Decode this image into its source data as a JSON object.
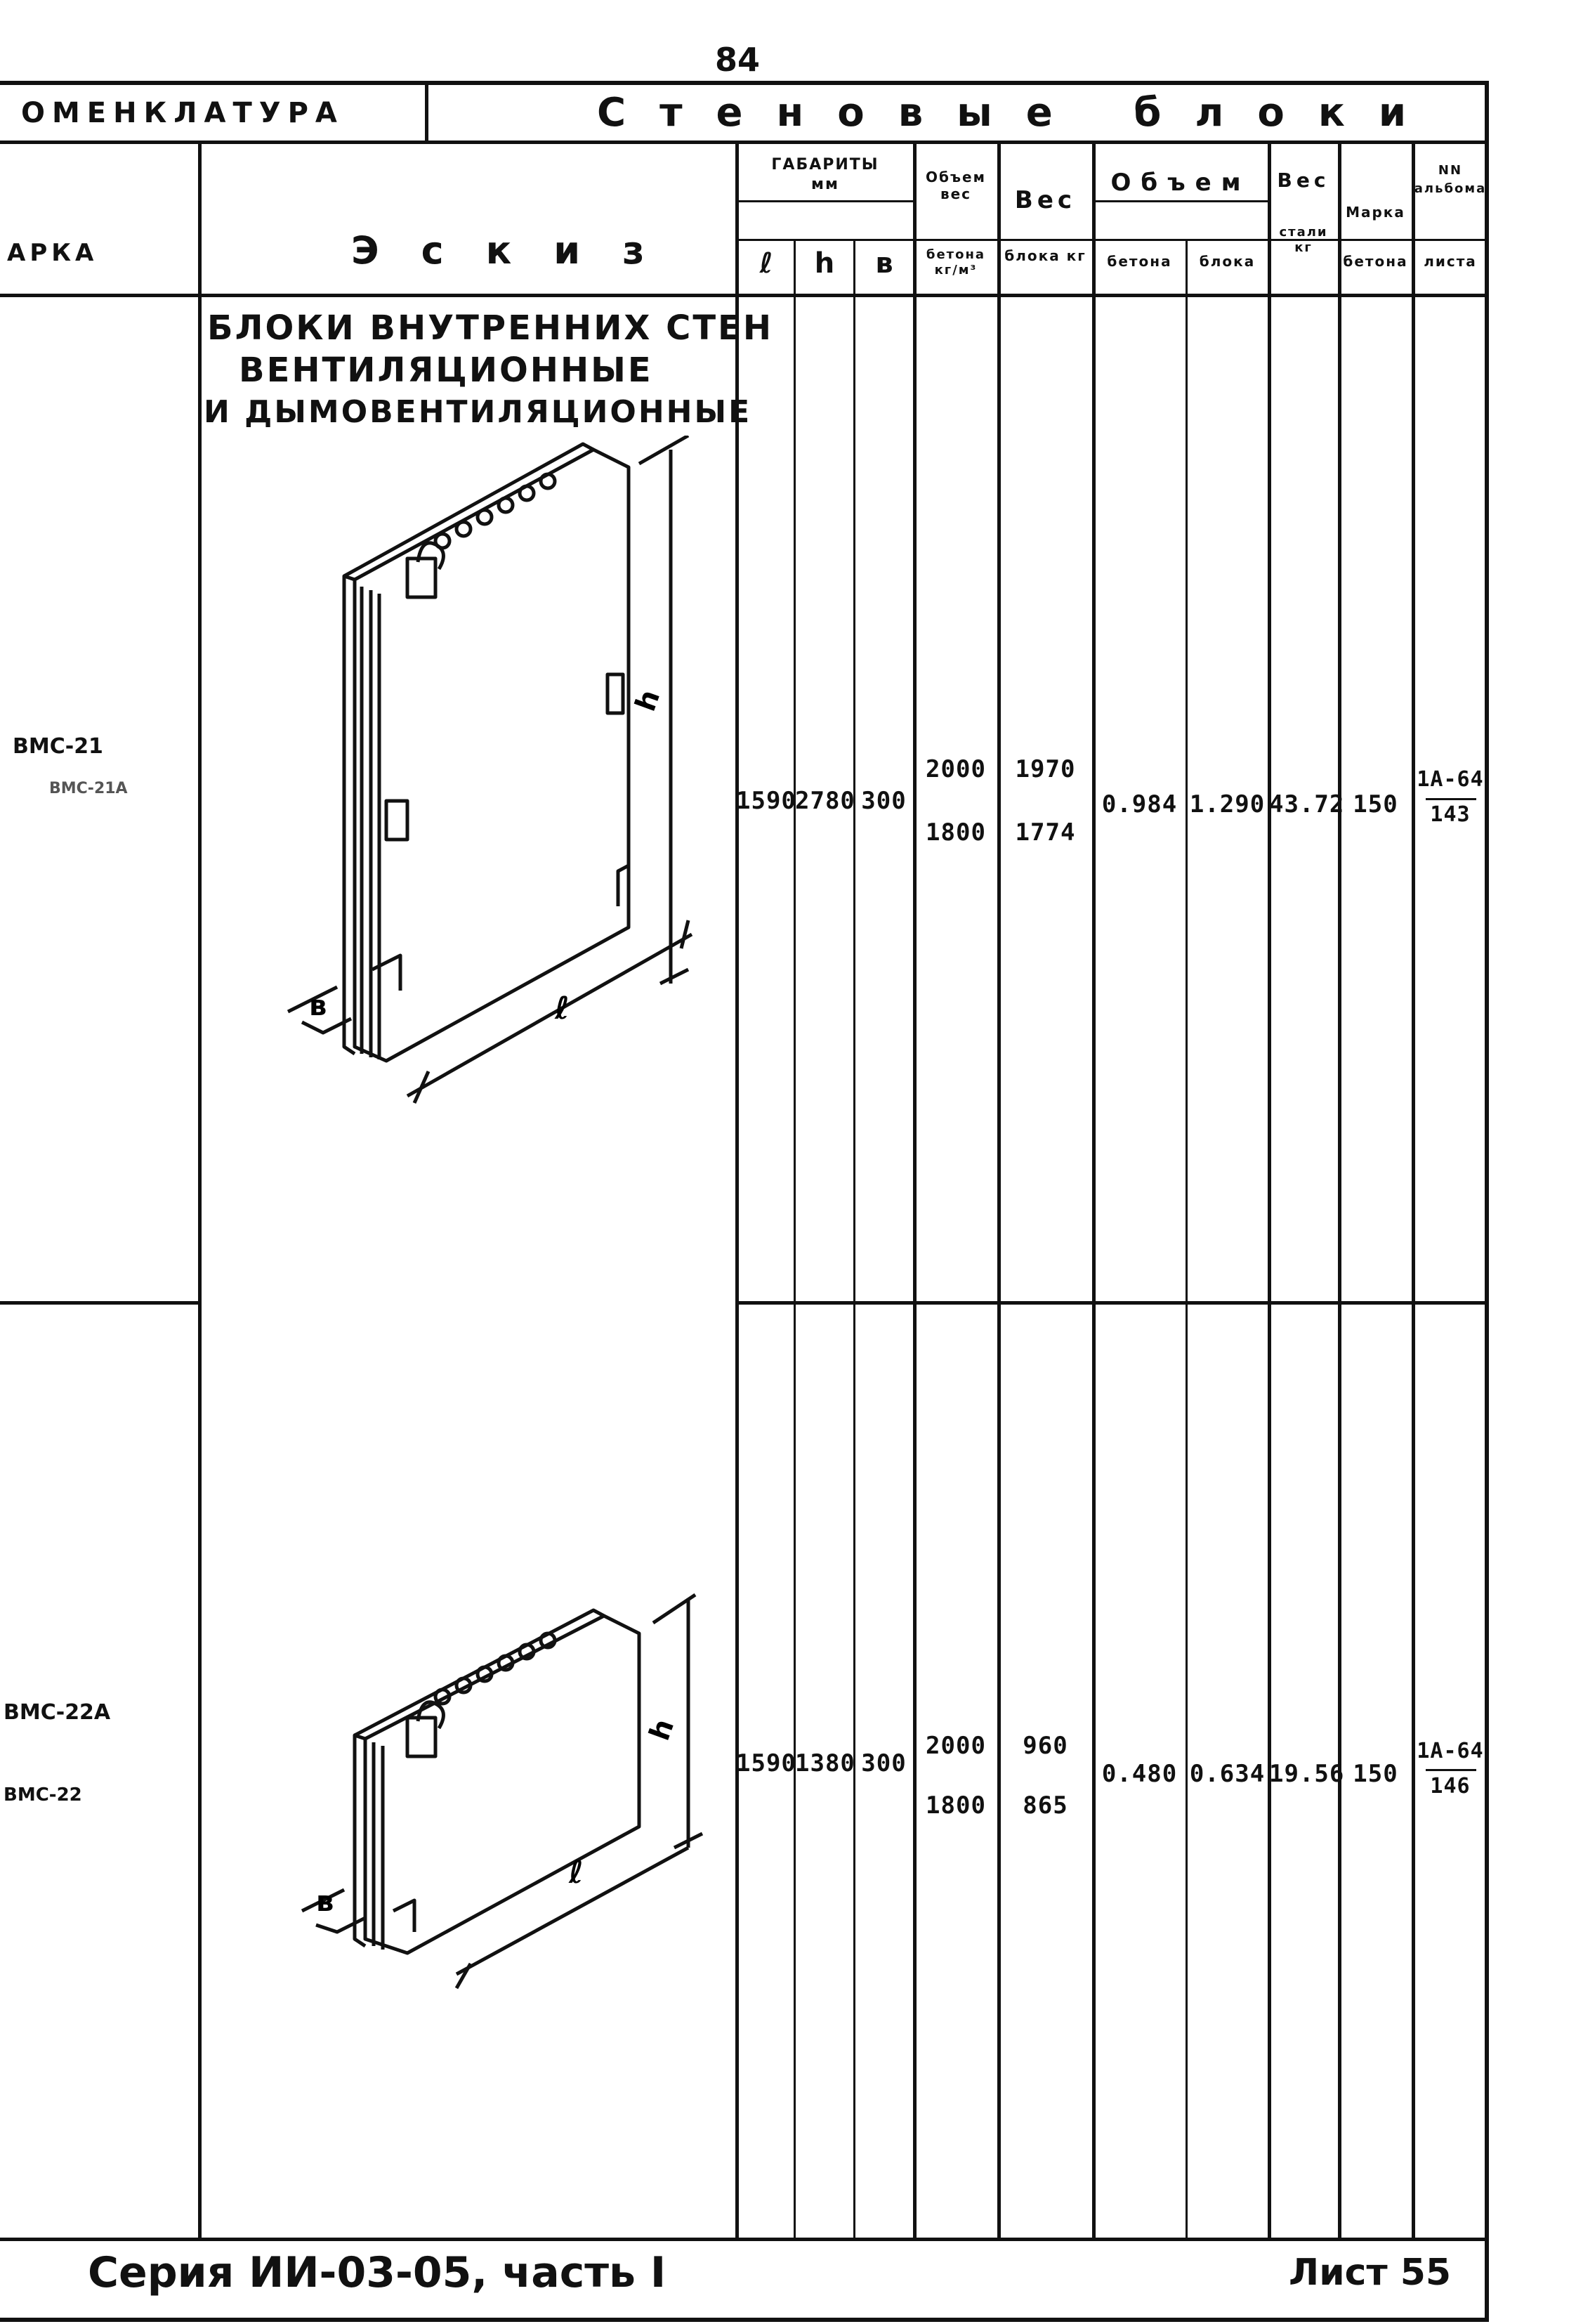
{
  "page_number": "84",
  "header": {
    "nomenclature": "ОМЕНКЛАТУРА",
    "title": "Стеновые блоки"
  },
  "columns": {
    "marka": "АРКА",
    "sketch": "Эскиз",
    "dimensions": "ГАБАРИТЫ",
    "dimensions_unit": "мм",
    "dim_l": "ℓ",
    "dim_h": "h",
    "dim_b": "в",
    "vol_weight_top": "Объем вес",
    "vol_weight_bottom": "бетона кг/м³",
    "weight_top": "Вес",
    "weight_bottom": "блока кг",
    "volume_top": "Объем",
    "volume_concrete": "бетона",
    "volume_block": "блока",
    "steel_top": "Вес",
    "steel_bottom": "стали кг",
    "grade_top": "Марка",
    "grade_bottom": "бетона",
    "sheet_top": "NN альбома",
    "sheet_bottom": "листа"
  },
  "sketch_title": [
    "БЛОКИ ВНУТРЕННИХ СТЕН",
    "ВЕНТИЛЯЦИОННЫЕ",
    "И ДЫМОВЕНТИЛЯЦИОННЫЕ"
  ],
  "rows": [
    {
      "mark_1": "ВМС-21",
      "mark_2": "ВМС-21А",
      "l": "1590",
      "h": "2780",
      "b": "300",
      "vol_weight_1": "2000",
      "vol_weight_2": "1800",
      "weight_1": "1970",
      "weight_2": "1774",
      "volume_concrete": "0.984",
      "volume_block": "1.290",
      "steel": "43.72",
      "grade": "150",
      "sheet_top": "1А-64",
      "sheet_bottom": "143"
    },
    {
      "mark_1": "ВМС-22А",
      "mark_2": "ВМС-22",
      "l": "1590",
      "h": "1380",
      "b": "300",
      "vol_weight_1": "2000",
      "vol_weight_2": "1800",
      "weight_1": "960",
      "weight_2": "865",
      "volume_concrete": "0.480",
      "volume_block": "0.634",
      "steel": "19.56",
      "grade": "150",
      "sheet_top": "1А-64",
      "sheet_bottom": "146"
    }
  ],
  "sketch_labels": {
    "h": "h",
    "l": "ℓ",
    "b": "в"
  },
  "footer": {
    "series": "Серия ИИ-03-05, часть I",
    "sheet": "Лист 55"
  }
}
